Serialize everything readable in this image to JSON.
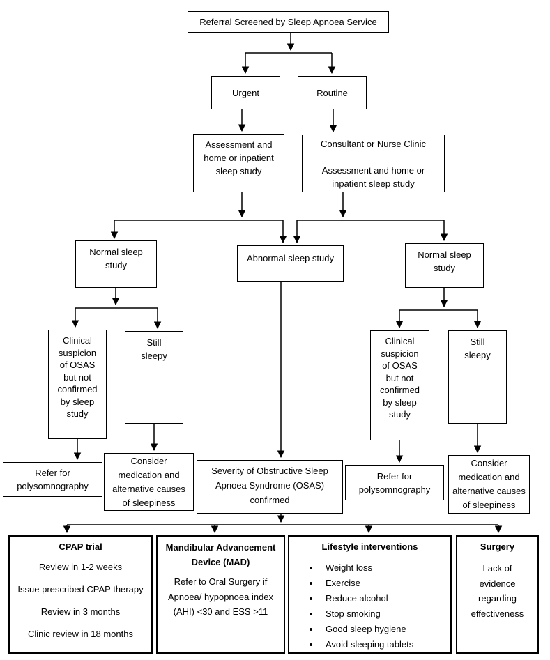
{
  "flowchart": {
    "referral": "Referral Screened by Sleep Apnoea Service",
    "urgent": "Urgent",
    "routine": "Routine",
    "assessment_urgent": "Assessment and\nhome or inpatient\nsleep study",
    "consultant_clinic": "Consultant or Nurse Clinic\n\nAssessment and home or\ninpatient sleep study",
    "normal_sleep_left": "Normal sleep\nstudy",
    "abnormal_sleep": "Abnormal sleep study",
    "normal_sleep_right": "Normal sleep\nstudy",
    "clinical_suspicion_left": "Clinical\nsuspicion\nof OSAS\nbut not\nconfirmed\nby sleep\nstudy",
    "still_sleepy_left": "Still\nsleepy",
    "refer_polysomnography_left": "Refer for\npolysomnography",
    "consider_medication_left": "Consider\nmedication and\nalternative causes\nof sleepiness",
    "severity_confirmed": "Severity of Obstructive Sleep\nApnoea Syndrome (OSAS)\nconfirmed",
    "clinical_suspicion_right": "Clinical\nsuspicion\nof OSAS\nbut not\nconfirmed\nby sleep\nstudy",
    "still_sleepy_right": "Still\nsleepy",
    "refer_polysomnography_right": "Refer for\npolysomnography",
    "consider_medication_right": "Consider\nmedication and\nalternative causes\nof sleepiness",
    "cpap": {
      "title": "CPAP trial",
      "body": "Review in 1-2 weeks\n\nIssue prescribed CPAP therapy\n\nReview in 3 months\n\nClinic review in 18 months"
    },
    "mad": {
      "title": "Mandibular Advancement\nDevice (MAD)",
      "body": "Refer to Oral Surgery if\nApnoea/ hypopnoea index\n(AHI) <30 and ESS >11"
    },
    "lifestyle": {
      "title": "Lifestyle interventions",
      "bullets": [
        "Weight loss",
        "Exercise",
        "Reduce alcohol",
        "Stop smoking",
        "Good sleep hygiene",
        "Avoid sleeping tablets"
      ]
    },
    "surgery": {
      "title": "Surgery",
      "body": "Lack of\nevidence\nregarding\neffectiveness"
    },
    "colors": {
      "line": "#000000",
      "box_border": "#000000",
      "background": "#ffffff",
      "text": "#000000"
    }
  }
}
